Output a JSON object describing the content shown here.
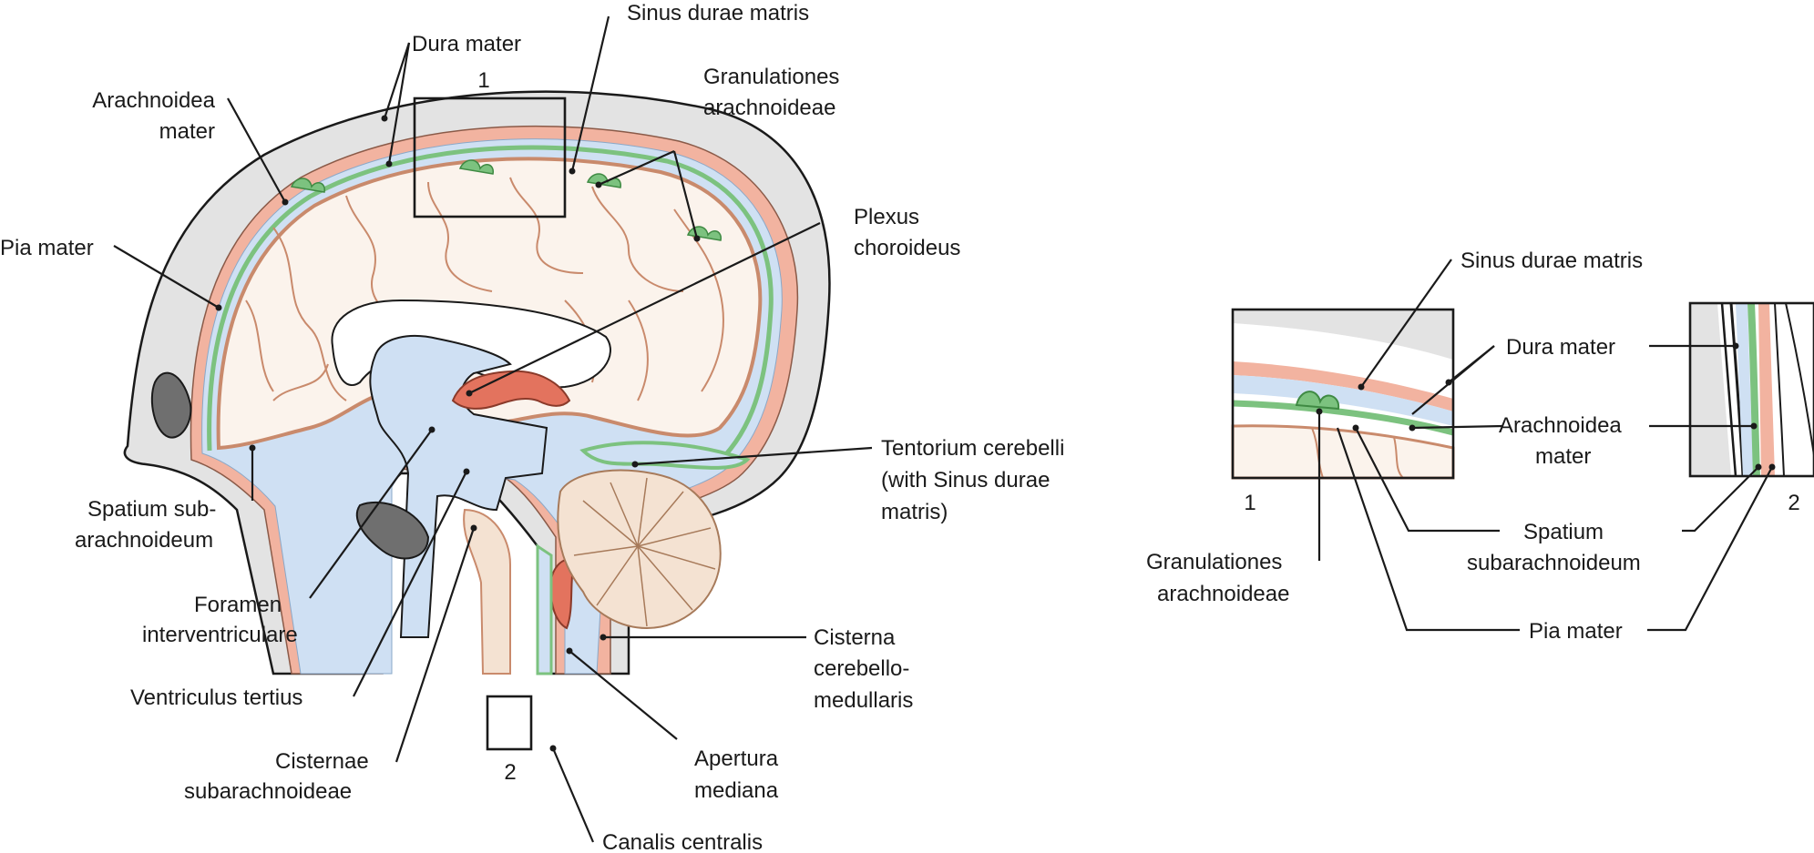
{
  "labels": {
    "dura_mater": "Dura mater",
    "sinus_durae_matris": "Sinus durae matris",
    "arachnoidea_1": "Arachnoidea",
    "arachnoidea_2": "mater",
    "granulationes_1": "Granulationes",
    "granulationes_2": "arachnoideae",
    "pia_mater": "Pia mater",
    "plexus_1": "Plexus",
    "plexus_2": "choroideus",
    "spatium_1": "Spatium sub-",
    "spatium_2": "arachnoideum",
    "tentorium_1": "Tentorium cerebelli",
    "tentorium_2": "(with Sinus durae",
    "tentorium_3": "matris)",
    "foramen_1": "Foramen",
    "foramen_2": "interventriculare",
    "ventriculus": "Ventriculus tertius",
    "cisternae_1": "Cisternae",
    "cisternae_2": "subarachnoideae",
    "cisterna_cm_1": "Cisterna",
    "cisterna_cm_2": "cerebello-",
    "cisterna_cm_3": "medullaris",
    "apertura_1": "Apertura",
    "apertura_2": "mediana",
    "canalis": "Canalis centralis"
  },
  "inset_labels": {
    "sinus_durae_matris": "Sinus durae matris",
    "dura_mater": "Dura mater",
    "arachnoidea_1": "Arachnoidea",
    "arachnoidea_2": "mater",
    "spatium_1": "Spatium",
    "spatium_2": "subarachnoideum",
    "granulationes_1": "Granulationes",
    "granulationes_2": "arachnoideae",
    "pia_mater": "Pia mater"
  },
  "box_numbers": {
    "box1": "1",
    "box2": "2",
    "inset1": "1",
    "inset2": "2"
  },
  "colors": {
    "bone": "#e3e3e3",
    "dura": "#f2b3a0",
    "csf": "#cfe0f3",
    "arachnoid": "#7cc27f",
    "brain": "#fbf3ec",
    "cerebellum": "#f4e2d2",
    "gyri": "#c98a6c",
    "plexus": "#e3735e",
    "dark": "#1a1a1a"
  }
}
